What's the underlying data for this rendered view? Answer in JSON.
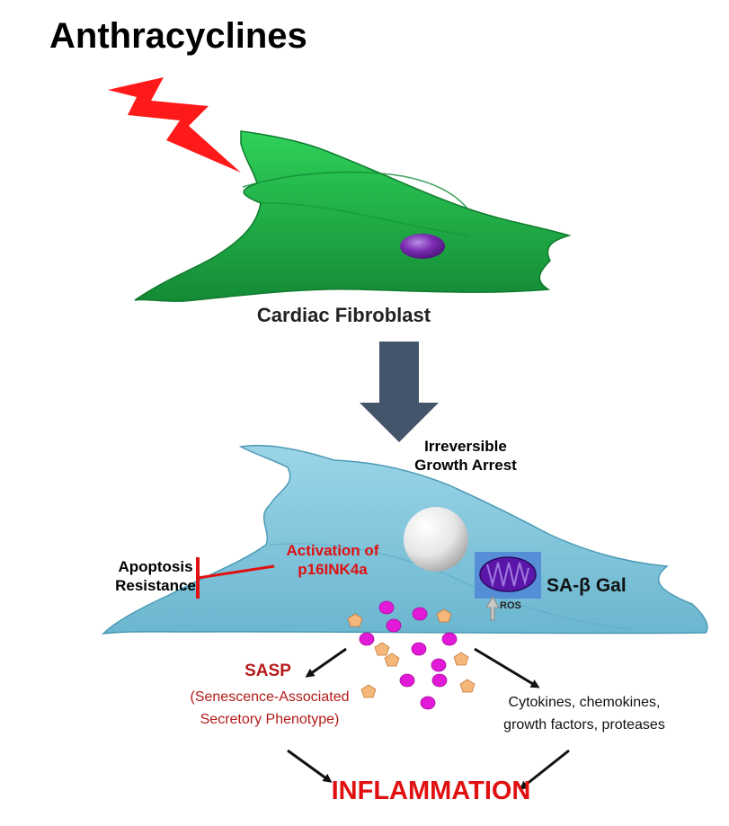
{
  "title": "Anthracyclines",
  "fibroblast_label": "Cardiac Fibroblast",
  "growth_arrest": [
    "Irreversible",
    "Growth Arrest"
  ],
  "apoptosis": [
    "Apoptosis",
    "Resistance"
  ],
  "p16": [
    "Activation of",
    "p16INK4a"
  ],
  "sa_beta_gal": "SA-β Gal",
  "ros": "ROS",
  "sasp_title": "SASP",
  "sasp_description": [
    "(Senescence-Associated",
    "Secretory Phenotype)"
  ],
  "secreted_factors": [
    "Cytokines, chemokines,",
    "growth factors, proteases"
  ],
  "outcome": "INFLAMMATION",
  "colors": {
    "lightning": "#ff1a1a",
    "fibroblast": "#1fb84a",
    "senescent_cell": "#88cadf",
    "nucleus_purple": "#7a2bb0",
    "big_arrow": "#44546a",
    "sasp_dots": "#e21ad8",
    "pentagons": "#f5b77a",
    "inhibition": "#e01010",
    "outcome_red": "#e01010"
  }
}
